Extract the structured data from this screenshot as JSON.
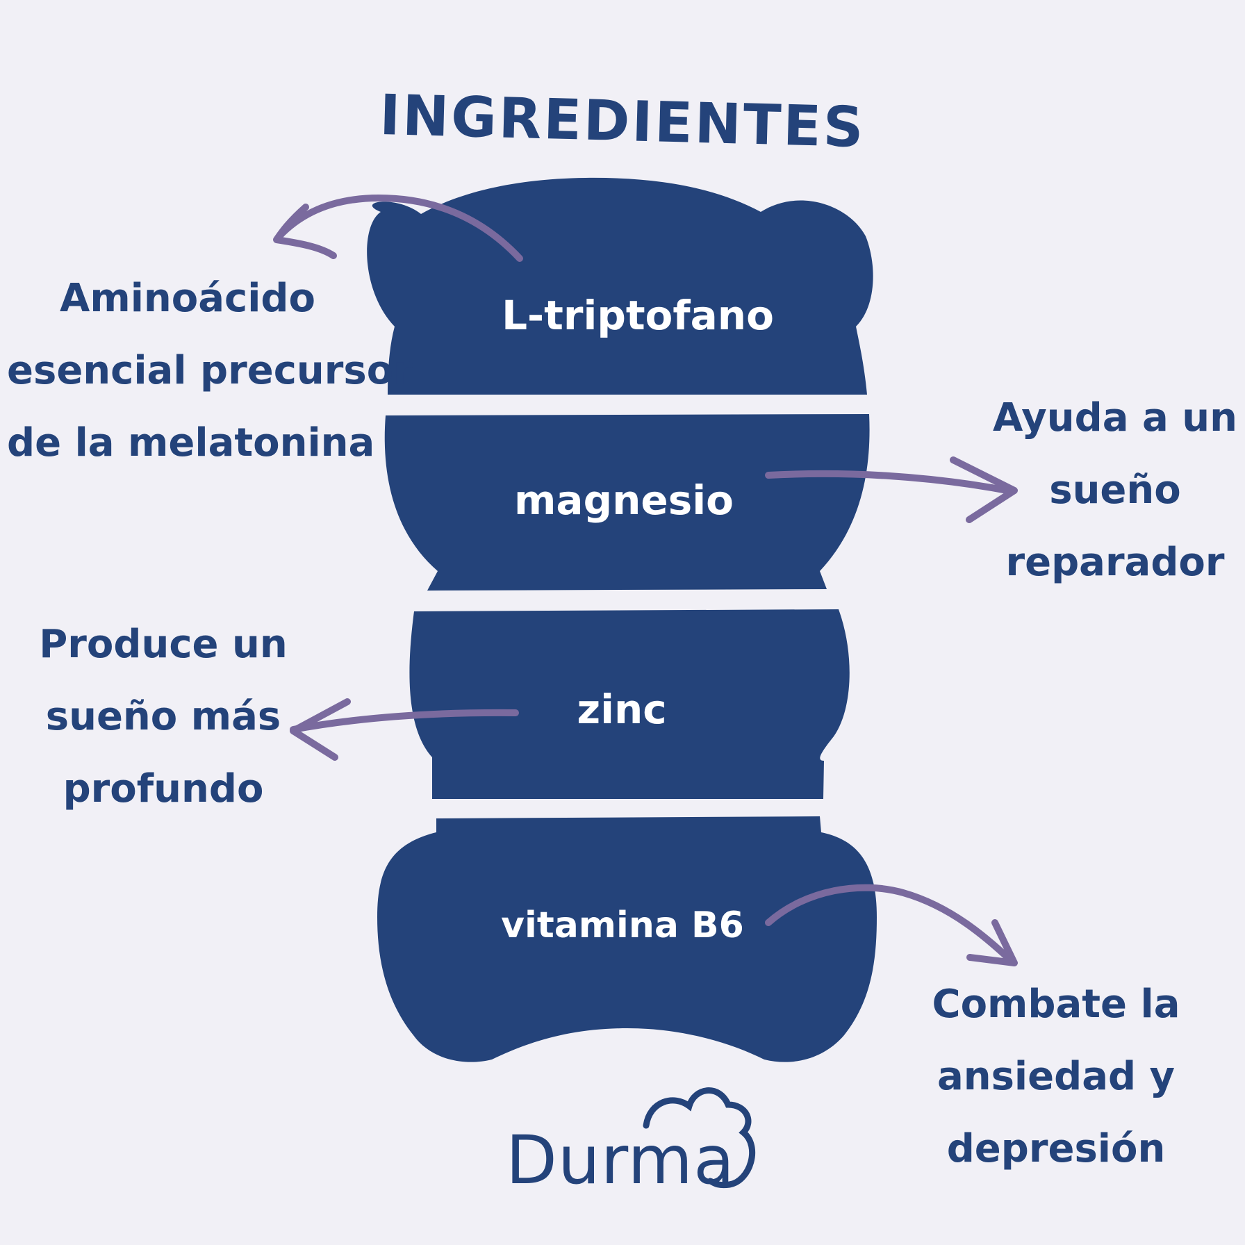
{
  "colors": {
    "background": "#f1f0f6",
    "bear": "#24437a",
    "text": "#24437a",
    "arrow": "#7a6a9e",
    "label_on_bear": "#ffffff"
  },
  "title": "INGREDIENTES",
  "ingredients": [
    {
      "name": "L-triptofano"
    },
    {
      "name": "magnesio"
    },
    {
      "name": "zinc"
    },
    {
      "name": "vitamina B6"
    }
  ],
  "benefits": [
    {
      "lines": [
        "Aminoácido",
        "esencial precursor",
        "de la melatonina"
      ]
    },
    {
      "lines": [
        "Ayuda a un",
        "sueño",
        "reparador"
      ]
    },
    {
      "lines": [
        "Produce un",
        "sueño más",
        "profundo"
      ]
    },
    {
      "lines": [
        "Combate la",
        "ansiedad y",
        "depresión"
      ]
    }
  ],
  "brand": "Durma",
  "icons": [
    "cloud-icon"
  ]
}
